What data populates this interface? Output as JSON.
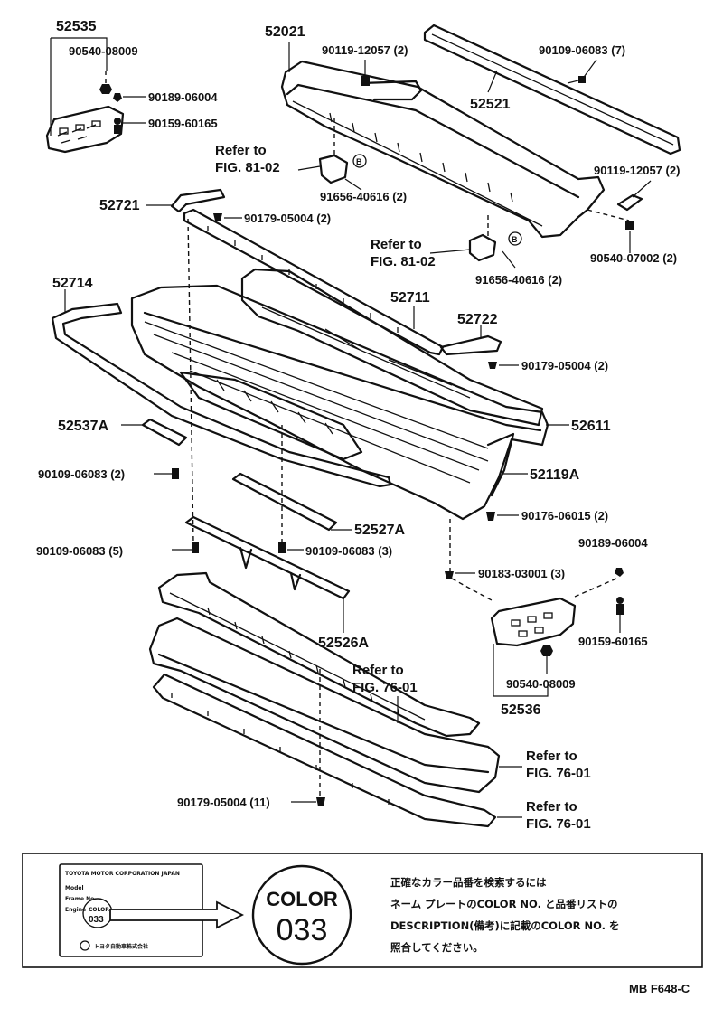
{
  "diagram": {
    "part_labels": {
      "p52535": "52535",
      "p52021": "52021",
      "p52521": "52521",
      "p52721": "52721",
      "p52714": "52714",
      "p52711": "52711",
      "p52722": "52722",
      "p52611": "52611",
      "p52537A": "52537A",
      "p52119A": "52119A",
      "p52527A": "52527A",
      "p52526A": "52526A",
      "p52536": "52536"
    },
    "fastener_labels": {
      "f90540_08009_top": "90540-08009",
      "f90189_06004_top": "90189-06004",
      "f90159_60165_top": "90159-60165",
      "f90119_12057_a": "90119-12057 (2)",
      "f90109_06083_7": "90109-06083 (7)",
      "f90119_12057_b": "90119-12057 (2)",
      "f91656_40616_a": "91656-40616 (2)",
      "f90179_05004_2a": "90179-05004 (2)",
      "f90540_07002": "90540-07002 (2)",
      "f91656_40616_b": "91656-40616 (2)",
      "f90179_05004_2b": "90179-05004 (2)",
      "f90109_06083_2": "90109-06083 (2)",
      "f90176_06015": "90176-06015 (2)",
      "f90109_06083_5": "90109-06083 (5)",
      "f90109_06083_3": "90109-06083 (3)",
      "f90189_06004_bot": "90189-06004",
      "f90183_03001": "90183-03001 (3)",
      "f90159_60165_bot": "90159-60165",
      "f90540_08009_bot": "90540-08009",
      "f90179_05004_11": "90179-05004 (11)"
    },
    "references": {
      "ref_81_02_a_line1": "Refer to",
      "ref_81_02_a_line2": "FIG. 81-02",
      "ref_81_02_b_line1": "Refer to",
      "ref_81_02_b_line2": "FIG. 81-02",
      "ref_76_01_a_line1": "Refer to",
      "ref_76_01_a_line2": "FIG. 76-01",
      "ref_76_01_b_line1": "Refer to",
      "ref_76_01_b_line2": "FIG. 76-01",
      "ref_76_01_c_line1": "Refer to",
      "ref_76_01_c_line2": "FIG. 76-01"
    },
    "callout_marker": "B"
  },
  "color_note": {
    "plate_title": "TOYOTA MOTOR CORPORATION JAPAN",
    "plate_rows": [
      "Model",
      "Frame No.",
      "Engine"
    ],
    "plate_color_label": "COLOR",
    "plate_color_code": "033",
    "plate_maker": "トヨタ自動車株式会社",
    "badge_label": "COLOR",
    "badge_code": "033",
    "instruction_lines": [
      "正確なカラー品番を検索するには",
      "ネーム プレートのCOLOR NO. と品番リストの",
      "DESCRIPTION(備考)に記載のCOLOR NO. を",
      "照合してください。"
    ]
  },
  "footer": {
    "figure_code": "MB F648-C"
  }
}
